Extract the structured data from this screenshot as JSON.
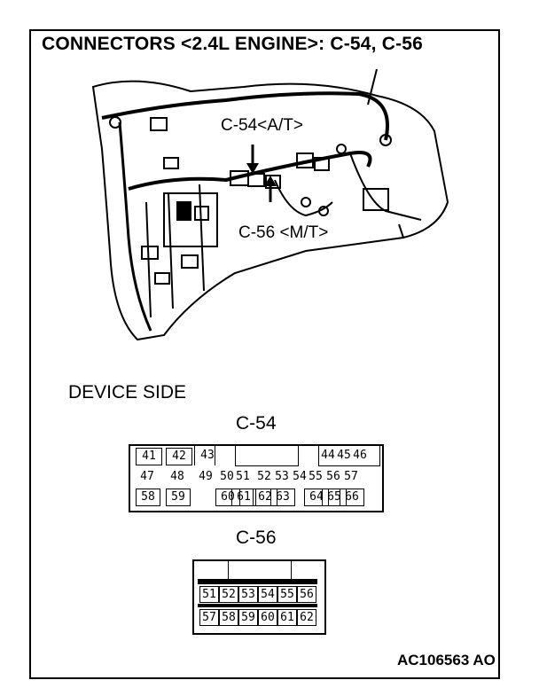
{
  "title": "CONNECTORS <2.4L ENGINE>: C-54, C-56",
  "callouts": {
    "c54": "C-54<A/T>",
    "c56": "C-56 <M/T>"
  },
  "device_side": "DEVICE SIDE",
  "connectors": {
    "c54": {
      "label": "C-54",
      "rows": [
        [
          "41",
          "42",
          "43",
          "",
          "",
          "",
          "",
          "",
          "",
          "",
          "44",
          "45",
          "46"
        ],
        [
          "47",
          "48",
          "49",
          "50",
          "51",
          "52",
          "53",
          "54",
          "55",
          "56",
          "57"
        ],
        [
          "58",
          "59",
          "",
          "60",
          "61",
          "62",
          "63",
          "",
          "64",
          "65",
          "66"
        ]
      ]
    },
    "c56": {
      "label": "C-56",
      "rows": [
        [
          "51",
          "52",
          "53",
          "54",
          "55",
          "56"
        ],
        [
          "57",
          "58",
          "59",
          "60",
          "61",
          "62"
        ]
      ]
    }
  },
  "figure_code": "AC106563 AO"
}
